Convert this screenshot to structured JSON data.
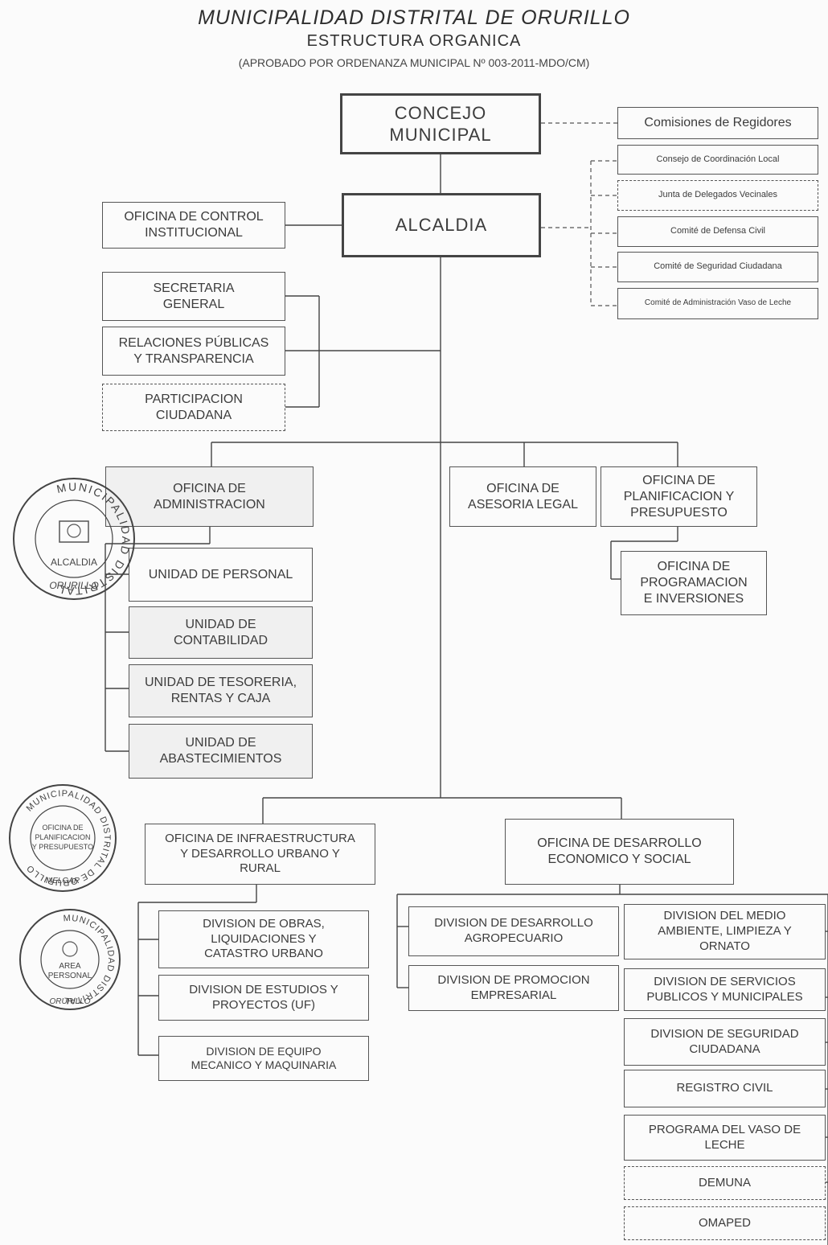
{
  "header": {
    "title": "MUNICIPALIDAD DISTRITAL DE ORURILLO",
    "subtitle": "ESTRUCTURA ORGANICA",
    "approval": "(APROBADO POR ORDENANZA MUNICIPAL Nº 003-2011-MDO/CM)"
  },
  "nodes": {
    "concejo": "CONCEJO\nMUNICIPAL",
    "comisiones": "Comisiones de Regidores",
    "consejo_coord": "Consejo de Coordinación Local",
    "junta": "Junta de Delegados Vecinales",
    "defensa_civil": "Comité de Defensa Civil",
    "seguridad_comite": "Comité de Seguridad Ciudadana",
    "vaso_comite": "Comité de Administración Vaso de Leche",
    "control": "OFICINA DE CONTROL\nINSTITUCIONAL",
    "alcaldia": "ALCALDIA",
    "secretaria": "SECRETARIA\nGENERAL",
    "relaciones": "RELACIONES PÚBLICAS\nY TRANSPARENCIA",
    "participacion": "PARTICIPACION\nCIUDADANA",
    "administracion": "OFICINA DE\nADMINISTRACION",
    "asesoria": "OFICINA DE\nASESORIA LEGAL",
    "planificacion": "OFICINA DE\nPLANIFICACION Y\nPRESUPUESTO",
    "programacion": "OFICINA DE\nPROGRAMACION\nE INVERSIONES",
    "personal": "UNIDAD DE PERSONAL",
    "contabilidad": "UNIDAD DE\nCONTABILIDAD",
    "tesoreria": "UNIDAD DE TESORERIA,\nRENTAS Y CAJA",
    "abastecimientos": "UNIDAD DE\nABASTECIMIENTOS",
    "infraestructura": "OFICINA DE INFRAESTRUCTURA\nY DESARROLLO URBANO Y\nRURAL",
    "desarrollo_eco": "OFICINA DE DESARROLLO\nECONOMICO Y SOCIAL",
    "obras": "DIVISION DE OBRAS,\nLIQUIDACIONES Y\nCATASTRO URBANO",
    "estudios": "DIVISION DE ESTUDIOS Y\nPROYECTOS (UF)",
    "equipo": "DIVISION DE EQUIPO\nMECANICO Y MAQUINARIA",
    "agropecuario": "DIVISION DE DESARROLLO\nAGROPECUARIO",
    "promocion": "DIVISION DE PROMOCION\nEMPRESARIAL",
    "medio_ambiente": "DIVISION DEL MEDIO\nAMBIENTE, LIMPIEZA Y\nORNATO",
    "servicios": "DIVISION DE SERVICIOS\nPUBLICOS Y MUNICIPALES",
    "seguridad_div": "DIVISION DE SEGURIDAD\nCIUDADANA",
    "registro": "REGISTRO CIVIL",
    "vaso_programa": "PROGRAMA DEL VASO DE\nLECHE",
    "demuna": "DEMUNA",
    "omaped": "OMAPED"
  },
  "seals": {
    "alcaldia_ring": "MUNICIPALIDAD DISTRITAL",
    "alcaldia_center": "ALCALDIA",
    "alcaldia_bottom": "ORURILLO",
    "planif_ring": "MUNICIPALIDAD DISTRITAL DE ORURILLO",
    "planif_center": "OFICINA DE\nPLANIFICACION\nY PRESUPUESTO",
    "planif_bottom": "MELGAR",
    "personal_ring": "MUNICIPALIDAD DISTRITAL",
    "personal_center": "AREA\nPERSONAL",
    "personal_bottom": "ORURILLO"
  }
}
